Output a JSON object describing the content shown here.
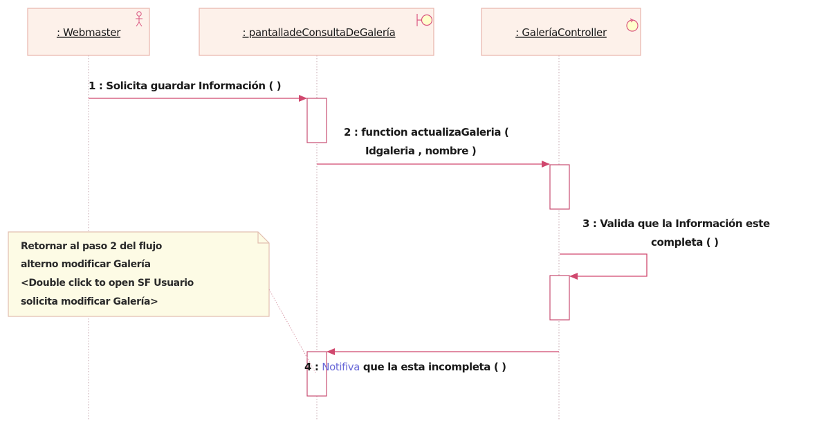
{
  "objects": [
    {
      "name": ": Webmaster",
      "stereotype": "actor"
    },
    {
      "name": ": pantalladeConsultaDeGalería",
      "stereotype": "boundary"
    },
    {
      "name": ": GaleríaController",
      "stereotype": "control"
    }
  ],
  "messages": [
    {
      "number": "1",
      "text": "Solicita guardar Información (  )"
    },
    {
      "number": "2",
      "text_line1": "function actualizaGaleria (",
      "text_line2": "Idgaleria , nombre )"
    },
    {
      "number": "3",
      "text_line1": "Valida que la Información este",
      "text_line2": "completa (  )"
    },
    {
      "number": "4",
      "highlight": "Notifiva",
      "text": "que la esta incompleta (  )"
    }
  ],
  "note": {
    "lines": [
      "Retornar al paso 2 del flujo",
      "alterno modificar Galería",
      "<Double click to open SF Usuario",
      "solicita modificar Galería>"
    ]
  },
  "colors": {
    "object_fill": "#fdf1ea",
    "object_border": "#e8b4ac",
    "lifeline": "#c4a6ae",
    "activation": "#c84e72",
    "arrow": "#d0486e",
    "note_fill": "#fdfbe5",
    "note_border": "#e2bfb0",
    "icon": "#d95580"
  }
}
